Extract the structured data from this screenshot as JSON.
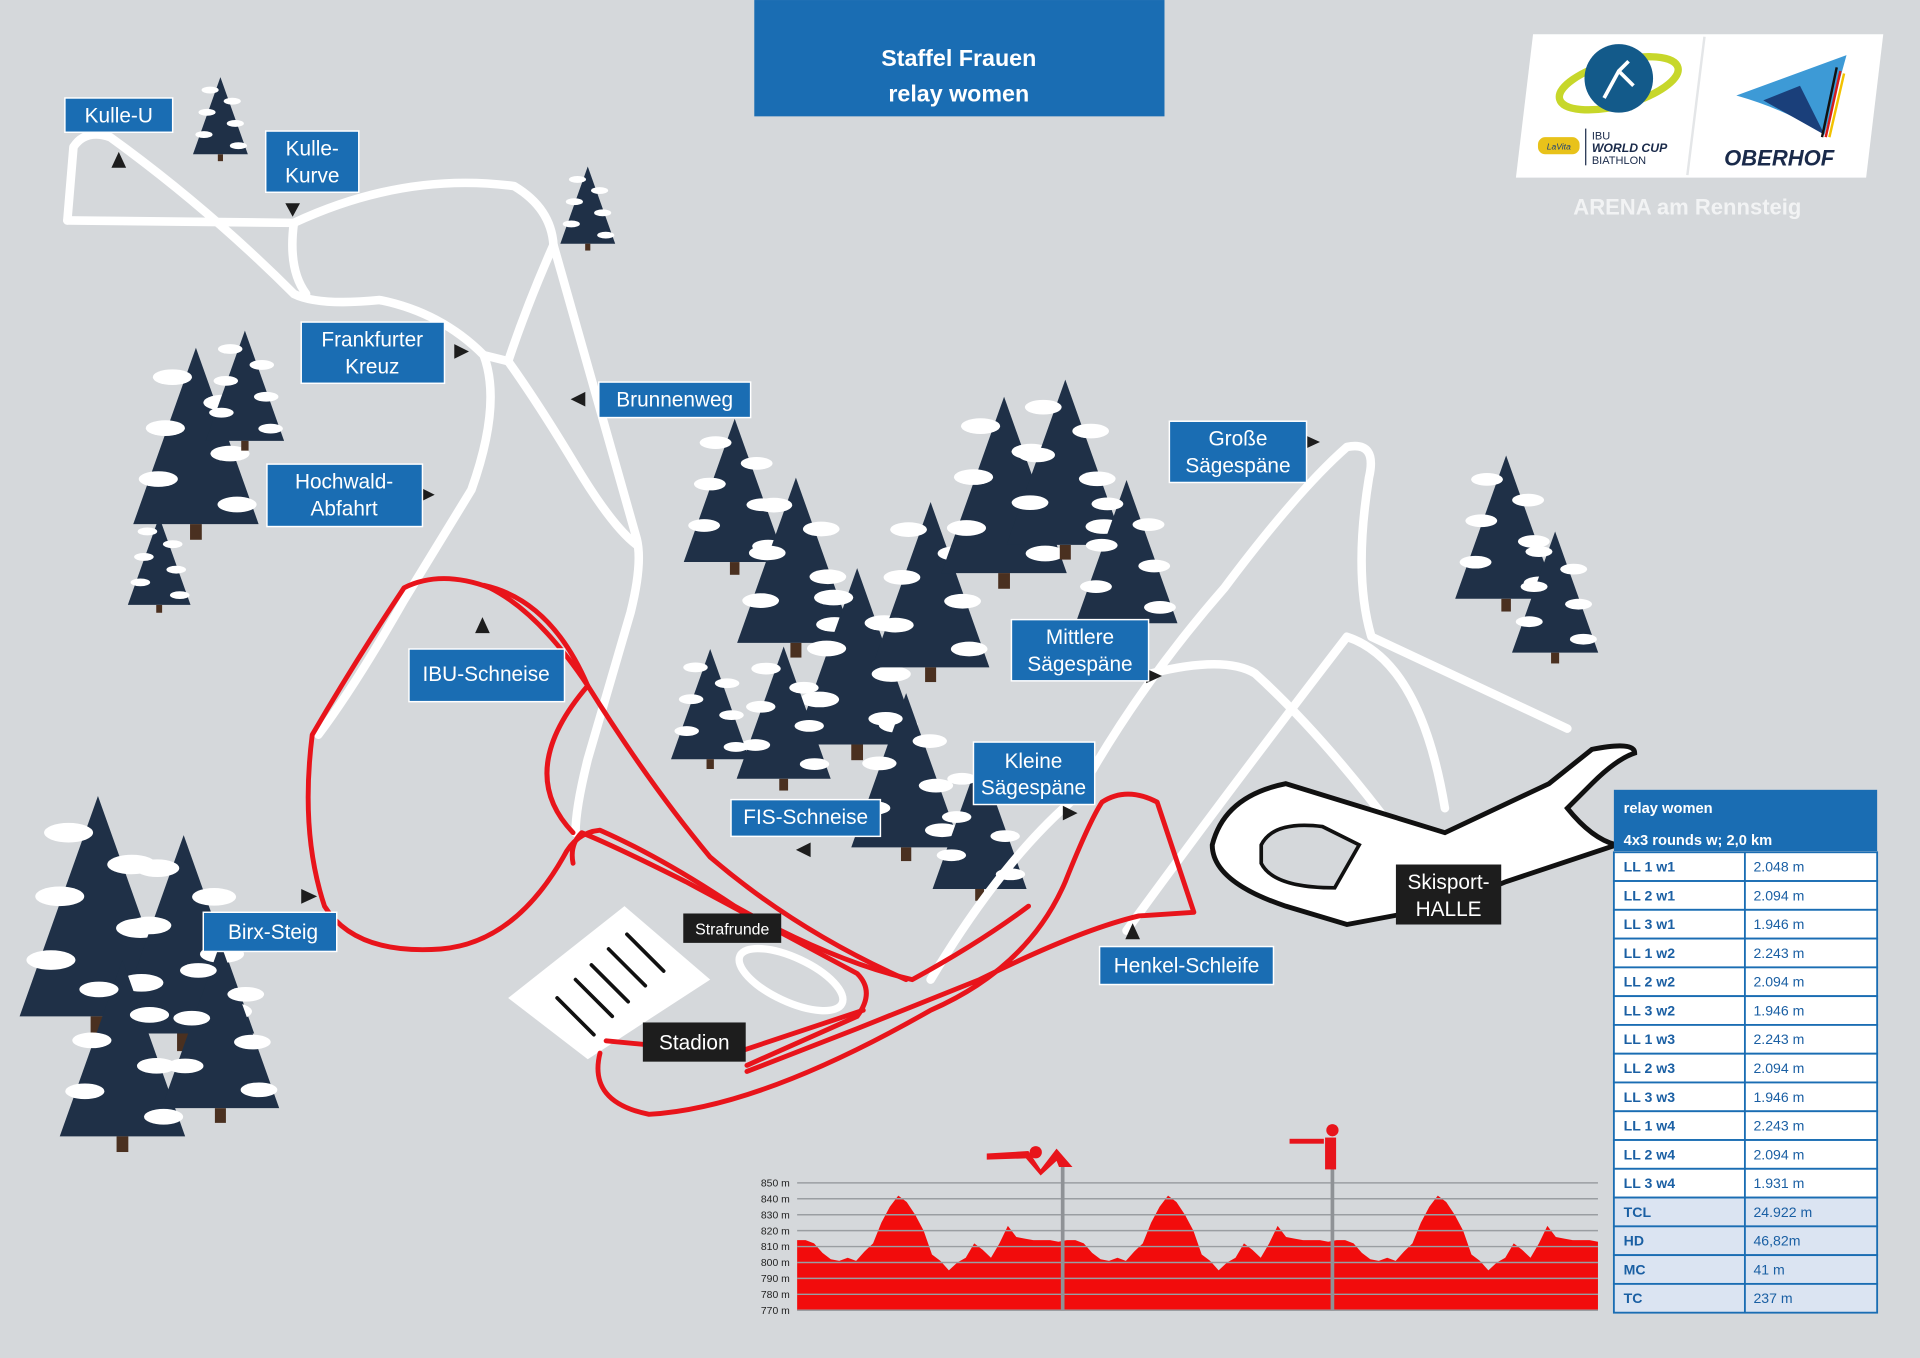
{
  "title": {
    "line1": "Staffel Frauen",
    "line2": "relay women"
  },
  "logo": {
    "sponsor": "LaVita",
    "series": [
      "IBU",
      "WORLD CUP",
      "BIATHLON"
    ],
    "venue": "OBERHOF",
    "arena": "ARENA am Rennsteig"
  },
  "labels": {
    "kulle_u": "Kulle-U",
    "kulle_kurve": [
      "Kulle-",
      "Kurve"
    ],
    "frankfurter_kreuz": [
      "Frankfurter",
      "Kreuz"
    ],
    "brunnenweg": "Brunnenweg",
    "hochwald_abfahrt": [
      "Hochwald-",
      "Abfahrt"
    ],
    "grosse_saegespaene": [
      "Große",
      "Sägespäne"
    ],
    "ibu_schneise": "IBU-Schneise",
    "mittlere_saegespaene": [
      "Mittlere",
      "Sägespäne"
    ],
    "kleine_saegespaene": [
      "Kleine",
      "Sägespäne"
    ],
    "fis_schneise": "FIS-Schneise",
    "birx_steig": "Birx-Steig",
    "henkel_schleife": "Henkel-Schleife",
    "strafrunde": "Strafrunde",
    "stadion": "Stadion",
    "skisport_halle": [
      "Skisport-",
      "HALLE"
    ]
  },
  "table": {
    "title": "relay women",
    "subtitle": "4x3 rounds w; 2,0 km",
    "rows": [
      [
        "LL 1 w1",
        "2.048 m"
      ],
      [
        "LL 2 w1",
        "2.094 m"
      ],
      [
        "LL 3 w1",
        "1.946 m"
      ],
      [
        "LL 1 w2",
        "2.243 m"
      ],
      [
        "LL 2 w2",
        "2.094 m"
      ],
      [
        "LL 3 w2",
        "1.946 m"
      ],
      [
        "LL 1 w3",
        "2.243 m"
      ],
      [
        "LL 2 w3",
        "2.094 m"
      ],
      [
        "LL 3 w3",
        "1.946 m"
      ],
      [
        "LL 1 w4",
        "2.243 m"
      ],
      [
        "LL 2 w4",
        "2.094 m"
      ],
      [
        "LL 3 w4",
        "1.931 m"
      ]
    ],
    "summary": [
      [
        "TCL",
        "24.922 m"
      ],
      [
        "HD",
        "46,82m"
      ],
      [
        "MC",
        "41 m"
      ],
      [
        "TC",
        "237 m"
      ]
    ]
  },
  "colors": {
    "label_blue": "#1a6db3",
    "track_red": "#e8141b",
    "background": "#d5d8db"
  },
  "chart_data": {
    "type": "area",
    "title": "",
    "xlabel": "",
    "ylabel": "",
    "ylim": [
      770,
      850
    ],
    "yticks": [
      "850 m",
      "840 m",
      "830 m",
      "820 m",
      "810 m",
      "800 m",
      "790 m",
      "780 m",
      "770 m"
    ],
    "laps": 3,
    "shooting_after_laps": [
      1,
      2
    ],
    "shooting_icons": [
      "prone-shooting-icon",
      "standing-shooting-icon"
    ],
    "lap_elevation_m": [
      814,
      814,
      812,
      806,
      802,
      801,
      803,
      801,
      807,
      812,
      825,
      835,
      842,
      838,
      830,
      820,
      805,
      801,
      795,
      800,
      803,
      812,
      808,
      803,
      812,
      823,
      816,
      815,
      814,
      814,
      814,
      813
    ],
    "grid": true
  }
}
